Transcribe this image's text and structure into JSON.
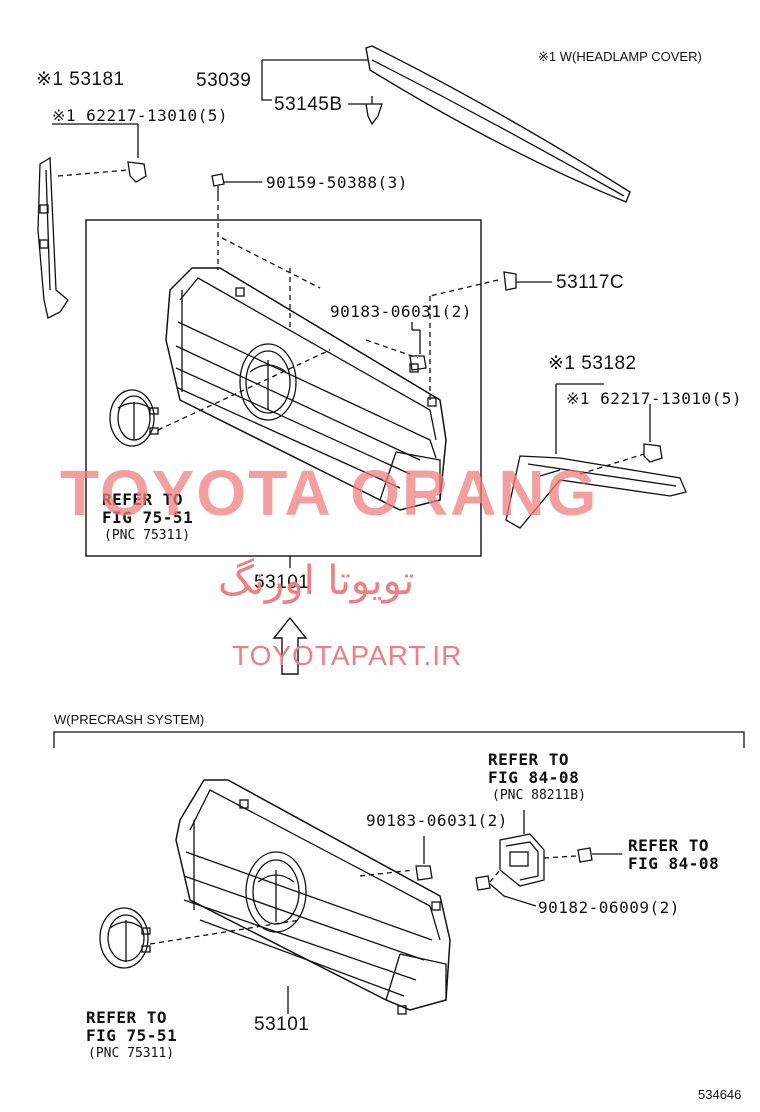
{
  "notes": {
    "headlamp_note": "※1 W(HEADLAMP COVER)",
    "precrash_note": "W(PRECRASH SYSTEM)",
    "figure_id": "534646"
  },
  "parts": {
    "p53181": "※1 53181",
    "p62217_left": "※1 62217-13010(5)",
    "p53039": "53039",
    "p53145b": "53145B",
    "p90159": "90159-50388(3)",
    "p53117c": "53117C",
    "p90183_top": "90183-06031(2)",
    "p53182": "※1 53182",
    "p62217_right": "※1 62217-13010(5)",
    "p53101_top": "53101",
    "p90183_bottom": "90183-06031(2)",
    "p90182": "90182-06009(2)",
    "p53101_bottom": "53101"
  },
  "refs": {
    "top_emblem": {
      "line1": "REFER TO",
      "line2": "FIG 75-51",
      "line3": "(PNC 75311)"
    },
    "bottom_emblem": {
      "line1": "REFER TO",
      "line2": "FIG 75-51",
      "line3": "(PNC 75311)"
    },
    "sensor": {
      "line1": "REFER TO",
      "line2": "FIG 84-08",
      "line3": "(PNC 88211B)"
    },
    "connector": {
      "line1": "REFER TO",
      "line2": "FIG 84-08"
    }
  },
  "watermarks": {
    "brand": "TOYOTA ORANG",
    "persian": "تویوتا اورنگ",
    "site": "TOYOTAPART.IR"
  },
  "colors": {
    "line": "#111111",
    "watermark": "#f07f7f"
  }
}
